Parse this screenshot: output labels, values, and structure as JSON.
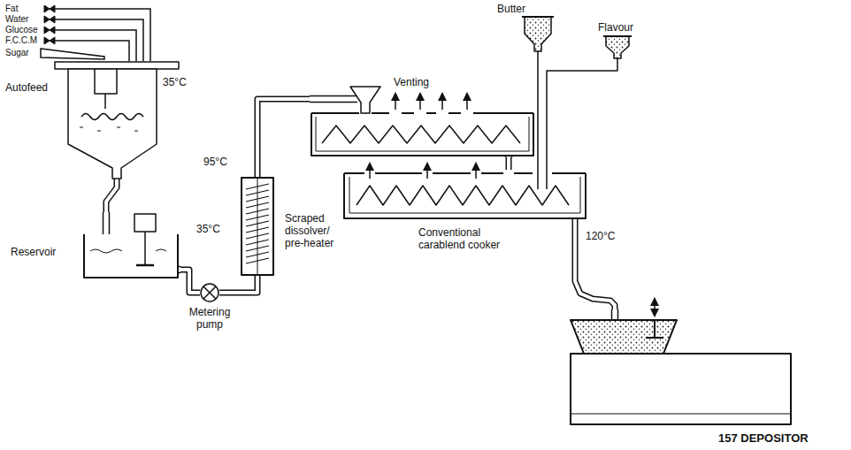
{
  "diagram": {
    "nodes": [
      {
        "text": [
          "Autofeed"
        ]
      },
      {
        "text": [
          "Reservoir"
        ]
      },
      {
        "text": [
          "Metering pump"
        ]
      },
      {
        "text": [
          "Scraped dissolver/ pre-heater"
        ]
      },
      {
        "text": [
          "Venting"
        ]
      },
      {
        "text": [
          "Butter"
        ]
      },
      {
        "text": [
          "Flavour"
        ]
      },
      {
        "text": [
          "Conventional carablend cooker"
        ]
      },
      {
        "text": [
          "157 DEPOSITOR"
        ]
      }
    ],
    "edges": [
      {
        "from": 0,
        "to": 1,
        "arrow": "none"
      },
      {
        "from": 1,
        "to": 2,
        "arrow": "none"
      },
      {
        "from": 2,
        "to": 3,
        "arrow": "none"
      },
      {
        "from": 3,
        "to": 4,
        "arrow": "none"
      },
      {
        "from": 4,
        "to": 7,
        "arrow": "none"
      },
      {
        "from": 5,
        "to": 7,
        "arrow": "none"
      },
      {
        "from": 6,
        "to": 7,
        "arrow": "none"
      },
      {
        "from": 7,
        "to": 8,
        "arrow": "none"
      }
    ],
    "labels": [
      "Fat",
      "Water",
      "Glucose",
      "F.C.C.M",
      "Sugar",
      "35°C",
      "35°C",
      "95°C",
      "120°C"
    ]
  }
}
